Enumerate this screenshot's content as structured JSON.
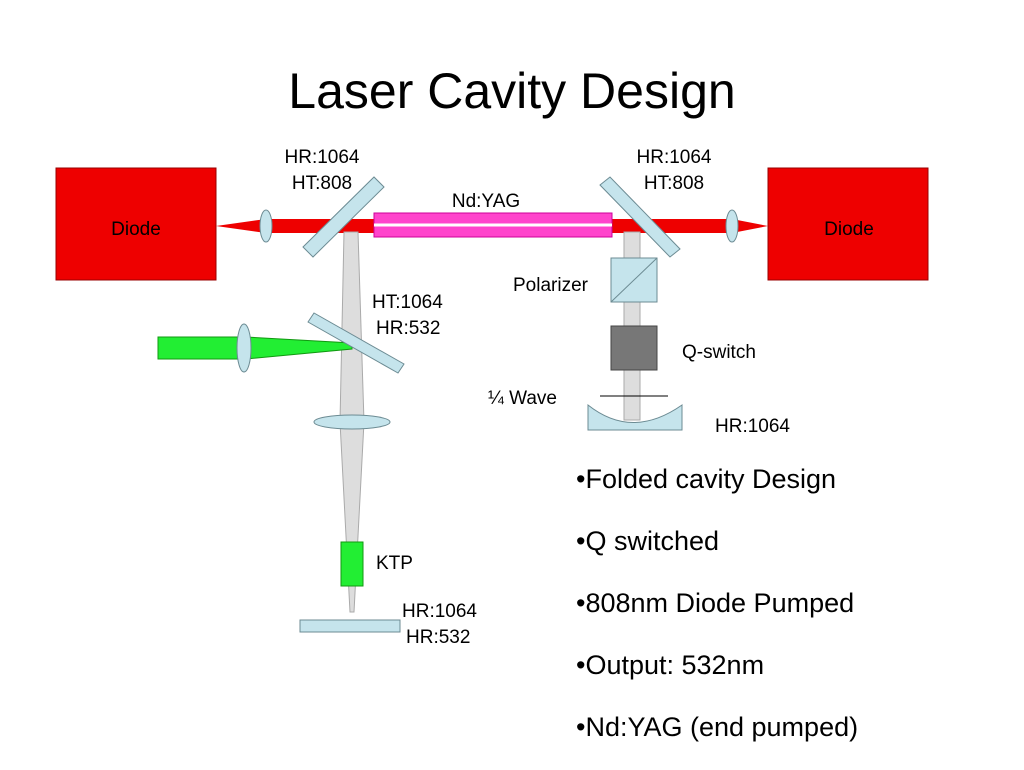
{
  "slide": {
    "title": "Laser Cavity Design"
  },
  "diagram": {
    "diode_left": "Diode",
    "diode_right": "Diode",
    "mirror_left_l1": "HR:1064",
    "mirror_left_l2": "HT:808",
    "mirror_right_l1": "HR:1064",
    "mirror_right_l2": "HT:808",
    "crystal": "Nd:YAG",
    "polarizer": "Polarizer",
    "qswitch": "Q-switch",
    "quarter_wave": "¼ Wave",
    "hr_end": "HR:1064",
    "dichroic_l1": "HT:1064",
    "dichroic_l2": "HR:532",
    "ktp": "KTP",
    "output_mirror_l1": "HR:1064",
    "output_mirror_l2": "HR:532"
  },
  "bullets": [
    "•Folded cavity Design",
    "•Q switched",
    "•808nm Diode Pumped",
    "•Output: 532nm",
    "•Nd:YAG (end pumped)"
  ],
  "colors": {
    "diode": "#ee0000",
    "beam_ir": "#ee0000",
    "beam_green": "#22ee33",
    "crystal": "#ff44cc",
    "optic": "#c5e4ec",
    "qswitch": "#777777"
  }
}
